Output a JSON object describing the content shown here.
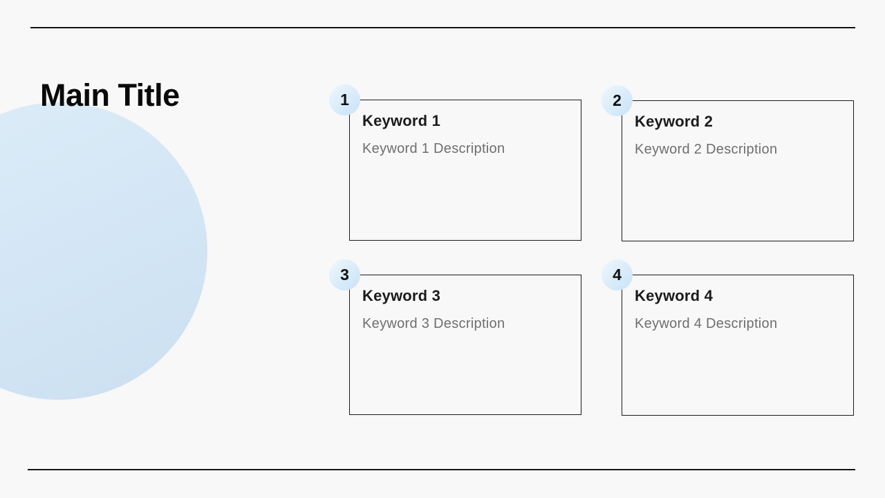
{
  "slide": {
    "title": "Main Title",
    "background_color": "#f8f8f9",
    "rule_color": "#131313",
    "accent_circle_color_light": "#ddecf8",
    "accent_circle_color_dark": "#cbdff1",
    "badge_gradient_start": "#f1f7fd",
    "badge_gradient_end": "#c8e2f7"
  },
  "cards": [
    {
      "number": "1",
      "keyword": "Keyword 1",
      "description": "Keyword 1 Description"
    },
    {
      "number": "2",
      "keyword": "Keyword 2",
      "description": "Keyword 2 Description"
    },
    {
      "number": "3",
      "keyword": "Keyword 3",
      "description": "Keyword 3 Description"
    },
    {
      "number": "4",
      "keyword": "Keyword 4",
      "description": "Keyword 4 Description"
    }
  ]
}
